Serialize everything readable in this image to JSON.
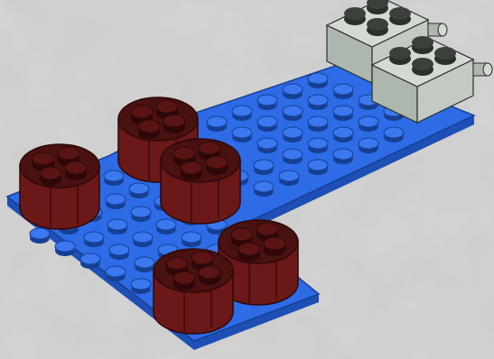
{
  "image": {
    "subject": "lego-build-instruction-step",
    "background": "gray-textured-paper"
  },
  "colors": {
    "background": "#d4d4d4",
    "plate_top": "#2e6be6",
    "plate_side": "#1d4fb5",
    "plate_edge": "#163f93",
    "brick_top": "#4a1111",
    "brick_side": "#6b1818",
    "brick_dark": "#2e0808",
    "gray_top": "#d3dad2",
    "gray_side": "#aeb7ad",
    "gray_dark": "#2b302b"
  },
  "parts": [
    {
      "name": "blue-plate-l-shape",
      "color": "blue",
      "count": 1
    },
    {
      "name": "dark-red-round-brick-2x2",
      "color": "dark-red",
      "count": 5
    },
    {
      "name": "light-gray-brick-2x2-with-pins",
      "color": "light-gray",
      "count": 2
    }
  ]
}
